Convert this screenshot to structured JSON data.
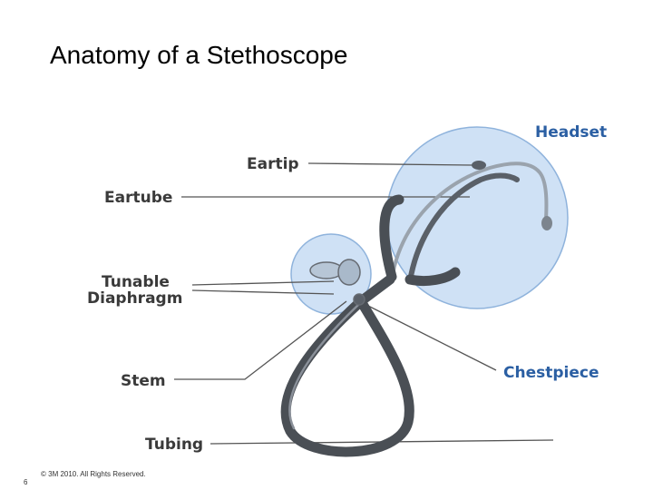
{
  "slide": {
    "title": "Anatomy of a Stethoscope",
    "page_number": "6",
    "copyright": "© 3M 2010.  All Rights Reserved."
  },
  "diagram": {
    "labels": {
      "headset": "Headset",
      "eartip": "Eartip",
      "eartube": "Eartube",
      "tunable_line1": "Tunable",
      "tunable_line2": "Diaphragm",
      "stem": "Stem",
      "chestpiece": "Chestpiece",
      "tubing": "Tubing"
    },
    "colors": {
      "highlight_fill": "#cfe1f5",
      "highlight_stroke": "#8fb3dc",
      "tubing": "#4a4f55",
      "label_gray": "#3a3a3a",
      "label_blue": "#2b5fa3"
    }
  }
}
